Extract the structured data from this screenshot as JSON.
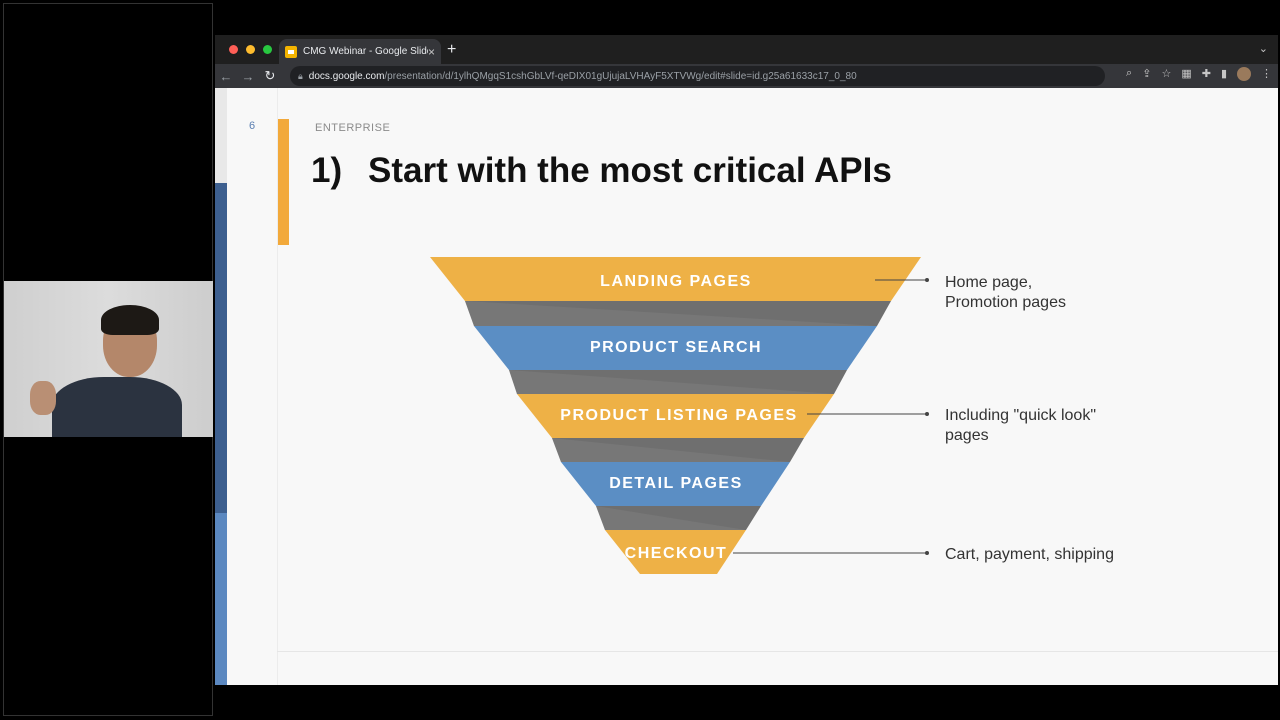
{
  "browser": {
    "tab_title": "CMG Webinar - Google Slides",
    "tab_close": "×",
    "new_tab": "+",
    "url_host": "docs.google.com",
    "url_path": "/presentation/d/1ylhQMgqS1cshGbLVf-qeDIX01gUjujaLVHAyF5XTVWg/edit#slide=id.g25a61633c17_0_80",
    "traffic_light_colors": [
      "#ff5f57",
      "#febc2e",
      "#28c840"
    ]
  },
  "slide": {
    "number": "6",
    "kicker": "ENTERPRISE",
    "title_number": "1)",
    "title": "Start with the most critical APIs",
    "accent_color": "#f2a93b",
    "funnel": [
      {
        "label": "LANDING PAGES",
        "color": "#eeb146",
        "note": "Home page,\nPromotion pages"
      },
      {
        "label": "PRODUCT SEARCH",
        "color": "#5b8ec4",
        "note": ""
      },
      {
        "label": "PRODUCT LISTING PAGES",
        "color": "#eeb146",
        "note": "Including \"quick look\"\npages"
      },
      {
        "label": "DETAIL PAGES",
        "color": "#5b8ec4",
        "note": ""
      },
      {
        "label": "CHECKOUT",
        "color": "#eeb146",
        "note": "Cart, payment, shipping"
      }
    ]
  }
}
